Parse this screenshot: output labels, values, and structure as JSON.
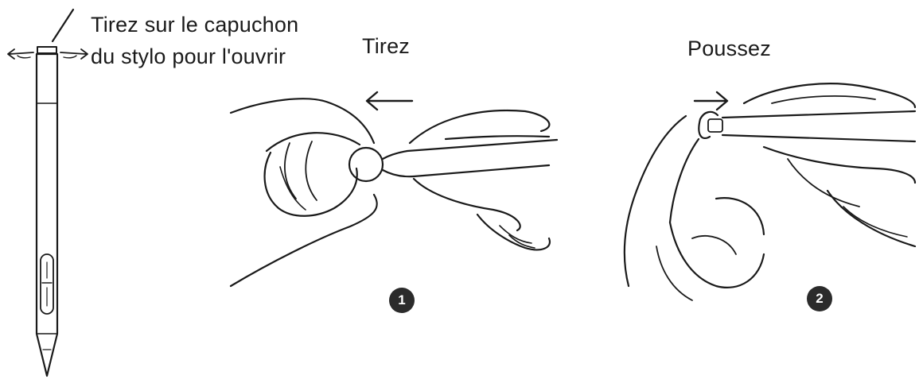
{
  "caption": {
    "line1": "Tirez sur le capuchon",
    "line2": "du stylo pour l'ouvrir"
  },
  "steps": [
    {
      "label": "Tirez",
      "number": "1",
      "arrow": "left-arrow-icon"
    },
    {
      "label": "Poussez",
      "number": "2",
      "arrow": "right-arrow-icon"
    }
  ],
  "colors": {
    "ink": "#1a1a1a",
    "badge": "#2b2b2b"
  }
}
